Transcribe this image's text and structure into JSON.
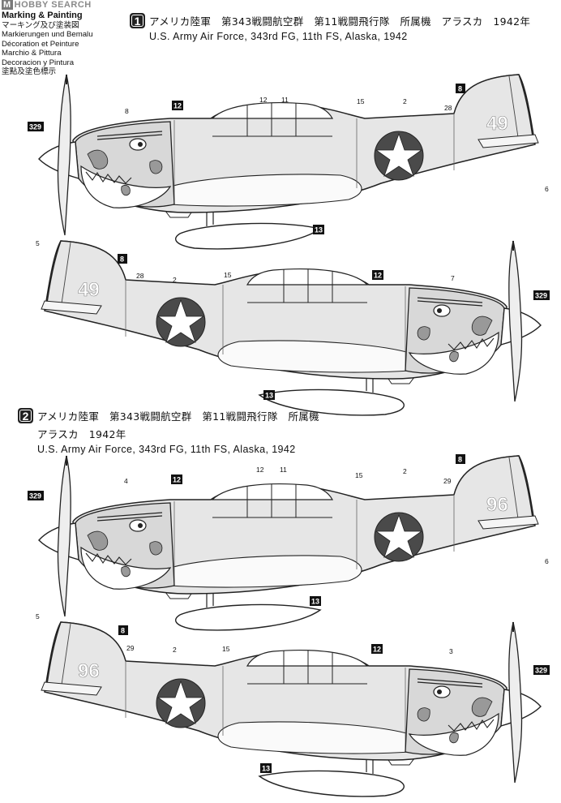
{
  "watermark": {
    "badge": "M",
    "text": "HOBBY SEARCH"
  },
  "legend": {
    "title": "Marking & Painting",
    "lines": [
      "マーキング及び塗装図",
      "Markierungen und Bemalu",
      "Décoration et Peinture",
      "Marchio & Pittura",
      "Decoracion y Pintura",
      "塗點及塗色標示"
    ]
  },
  "schemes": [
    {
      "number": "1",
      "jp_line1": "アメリカ陸軍　第343戦闘航空群　第11戦闘飛行隊　所属機　アラスカ　1942年",
      "jp_line2": "",
      "en": "U.S. Army  Air Force, 343rd FG, 11th FS, Alaska, 1942",
      "tail_code": "49"
    },
    {
      "number": "2",
      "jp_line1": "アメリカ陸軍　第343戦闘航空群　第11戦闘飛行隊　所属機",
      "jp_line2": "アラスカ　1942年",
      "en": "U.S. Army  Air Force, 343rd FG, 11th FS, Alaska, 1942",
      "tail_code": "96"
    }
  ],
  "callouts": {
    "v1_left": [
      "329",
      "8",
      "12",
      "12",
      "11",
      "15",
      "2",
      "8",
      "28",
      "13",
      "6"
    ],
    "v1_right": [
      "5",
      "8",
      "28",
      "2",
      "15",
      "12",
      "7",
      "329",
      "13"
    ],
    "v2_left": [
      "329",
      "4",
      "12",
      "12",
      "11",
      "15",
      "2",
      "8",
      "29",
      "13",
      "6"
    ],
    "v2_right": [
      "5",
      "8",
      "29",
      "2",
      "15",
      "12",
      "3",
      "329",
      "13"
    ]
  }
}
